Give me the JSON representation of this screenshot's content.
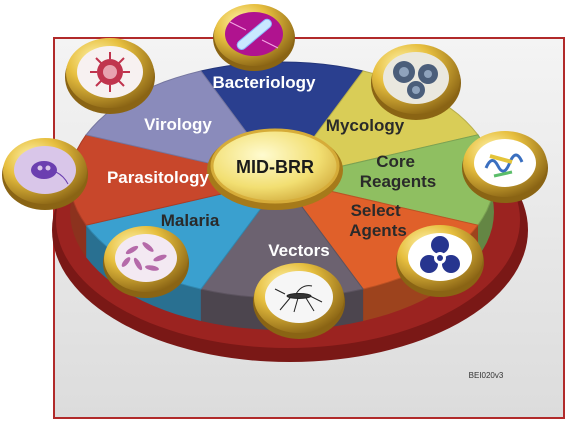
{
  "center": {
    "label": "MID-BRR"
  },
  "segments": [
    {
      "id": "bacteriology",
      "label": "Bacteriology",
      "color": "#2a3f8f",
      "text_color": "#ffffff",
      "icon": "rod-bacterium-icon"
    },
    {
      "id": "mycology",
      "label": "Mycology",
      "color": "#d9cd57",
      "text_color": "#2a2a2a",
      "icon": "fungal-colony-icon"
    },
    {
      "id": "core-reagents",
      "label": "Core Reagents",
      "color": "#8fbf61",
      "text_color": "#2a2a2a",
      "icon": "protein-structure-icon"
    },
    {
      "id": "select-agents",
      "label": "Select Agents",
      "color": "#e0602a",
      "text_color": "#2a2a2a",
      "icon": "biohazard-icon"
    },
    {
      "id": "vectors",
      "label": "Vectors",
      "color": "#6c6270",
      "text_color": "#ffffff",
      "icon": "mosquito-icon"
    },
    {
      "id": "malaria",
      "label": "Malaria",
      "color": "#3aa0cf",
      "text_color": "#2a2a2a",
      "icon": "malaria-parasite-icon"
    },
    {
      "id": "parasitology",
      "label": "Parasitology",
      "color": "#c8472b",
      "text_color": "#ffffff",
      "icon": "protozoan-icon"
    },
    {
      "id": "virology",
      "label": "Virology",
      "color": "#8a8bbb",
      "text_color": "#ffffff",
      "icon": "virus-icon"
    }
  ],
  "code": "BEI020v3",
  "colors": {
    "frame": "#b12a2a",
    "panel": "#e8e8e8",
    "gold": "#e2b73a"
  }
}
